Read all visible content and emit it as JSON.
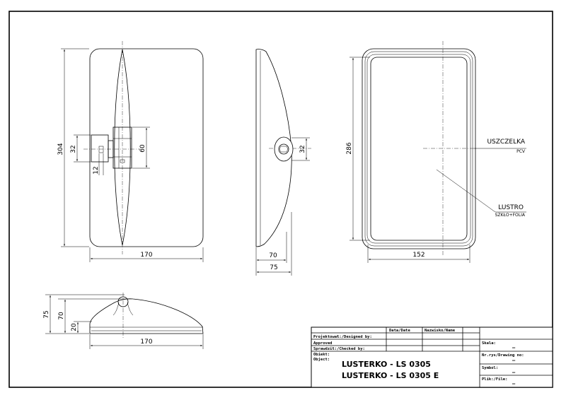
{
  "dimensions": {
    "front_height": "304",
    "front_width": "170",
    "bracket_height": "32",
    "bracket_slot": "12",
    "bracket_total": "60",
    "side_depth_inner": "70",
    "side_depth_outer": "75",
    "side_bracket": "32",
    "glass_height": "286",
    "glass_width": "152",
    "bottom_height_outer": "75",
    "bottom_height_inner": "70",
    "bottom_base": "20",
    "bottom_width": "170"
  },
  "callouts": {
    "seal_title": "USZCZELKA",
    "seal_material": "PCV",
    "mirror_title": "LUSTRO",
    "mirror_material": "SZKŁO+FOLIA"
  },
  "title_block": {
    "col_date": "Data/Date",
    "col_name": "Nazwisko/Name",
    "designed_by": "Projektował:/Designed by:",
    "approved": "Approved",
    "checked_by": "Sprawdził:/Checked by:",
    "object_pl": "Obiekt:",
    "object_en": "Object:",
    "product_line1": "LUSTERKO - LS 0305",
    "product_line2": "LUSTERKO - LS 0305 E",
    "scale_label": "Skala:",
    "scale_value": "–",
    "drawing_no_label": "Nr.rys/Drawing no:",
    "drawing_no_value": "–",
    "symbol_label": "Symbol:",
    "symbol_value": "–",
    "file_label": "Plik:/File:",
    "file_value": "–"
  }
}
